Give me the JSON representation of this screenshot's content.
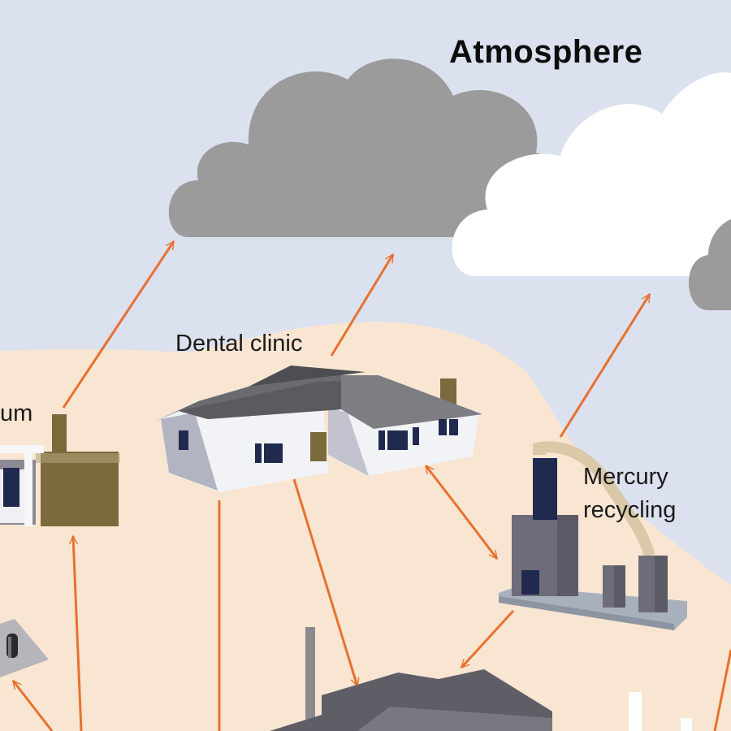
{
  "title": "Atmosphere",
  "labels": {
    "dental_clinic": "Dental clinic",
    "left_partial": "um",
    "mercury_line1": "Mercury",
    "mercury_line2": "recycling"
  },
  "colors": {
    "sky": "#dbe1ee",
    "land": "#f8e6d2",
    "arrow": "#e8712f",
    "cloud_dark": "#9b9b9b",
    "cloud_light": "#ffffff",
    "roof": "#5f6063",
    "wall": "#f2f3f7",
    "window": "#1f2a4e",
    "industrial": "#6e6c78",
    "chimney_olive": "#7a6a3c"
  },
  "icons": [
    "cloud-icon",
    "house-icon",
    "factory-icon",
    "arrow-icon"
  ]
}
